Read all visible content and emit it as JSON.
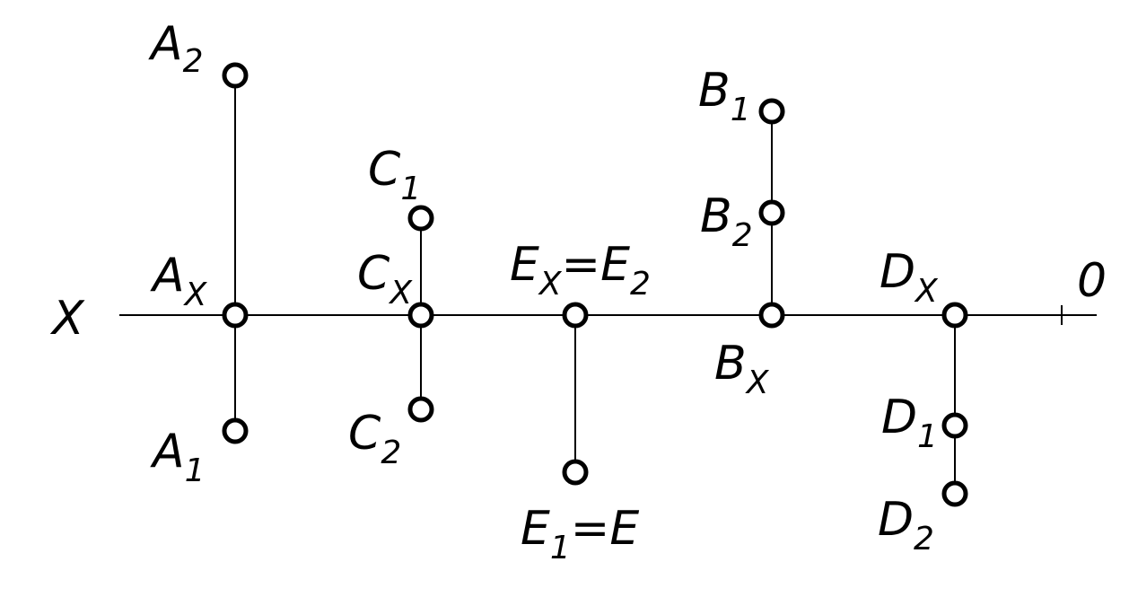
{
  "axis": {
    "left_label": "X",
    "right_label": "0"
  },
  "points": {
    "A2": {
      "base": "A",
      "sub": "2"
    },
    "Ax": {
      "base": "A",
      "sub": "X"
    },
    "A1": {
      "base": "A",
      "sub": "1"
    },
    "C1": {
      "base": "C",
      "sub": "1"
    },
    "Cx": {
      "base": "C",
      "sub": "X"
    },
    "C2": {
      "base": "C",
      "sub": "2"
    },
    "Ex": {
      "base": "E",
      "sub": "X",
      "eq_base": "=E",
      "eq_sub": "2"
    },
    "E1": {
      "base": "E",
      "sub": "1",
      "eq_base": "=E"
    },
    "B1": {
      "base": "B",
      "sub": "1"
    },
    "B2": {
      "base": "B",
      "sub": "2"
    },
    "Bx": {
      "base": "B",
      "sub": "X"
    },
    "Dx": {
      "base": "D",
      "sub": "X"
    },
    "D1": {
      "base": "D",
      "sub": "1"
    },
    "D2": {
      "base": "D",
      "sub": "2"
    }
  }
}
